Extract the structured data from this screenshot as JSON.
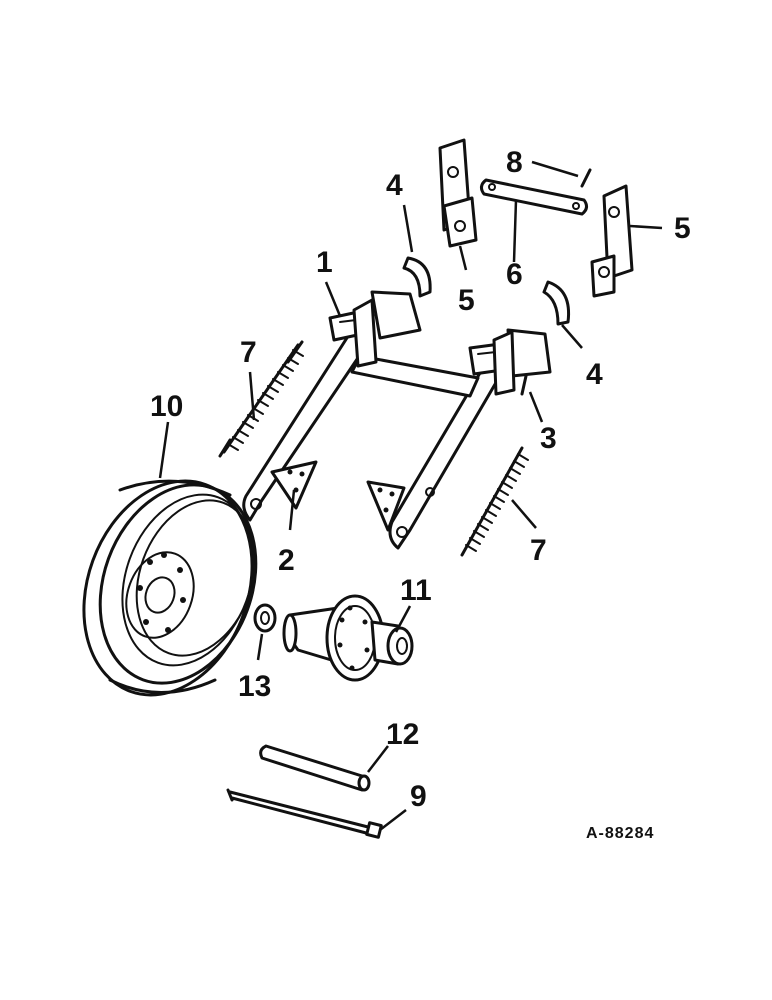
{
  "diagram": {
    "callouts": [
      {
        "id": "1",
        "text": "1"
      },
      {
        "id": "2",
        "text": "2"
      },
      {
        "id": "3",
        "text": "3"
      },
      {
        "id": "4a",
        "text": "4"
      },
      {
        "id": "4b",
        "text": "4"
      },
      {
        "id": "5a",
        "text": "5"
      },
      {
        "id": "5b",
        "text": "5"
      },
      {
        "id": "6",
        "text": "6"
      },
      {
        "id": "7a",
        "text": "7"
      },
      {
        "id": "7b",
        "text": "7"
      },
      {
        "id": "8",
        "text": "8"
      },
      {
        "id": "9",
        "text": "9"
      },
      {
        "id": "10",
        "text": "10"
      },
      {
        "id": "11",
        "text": "11"
      },
      {
        "id": "12",
        "text": "12"
      },
      {
        "id": "13",
        "text": "13"
      }
    ],
    "drawing_code": "A-88284"
  }
}
